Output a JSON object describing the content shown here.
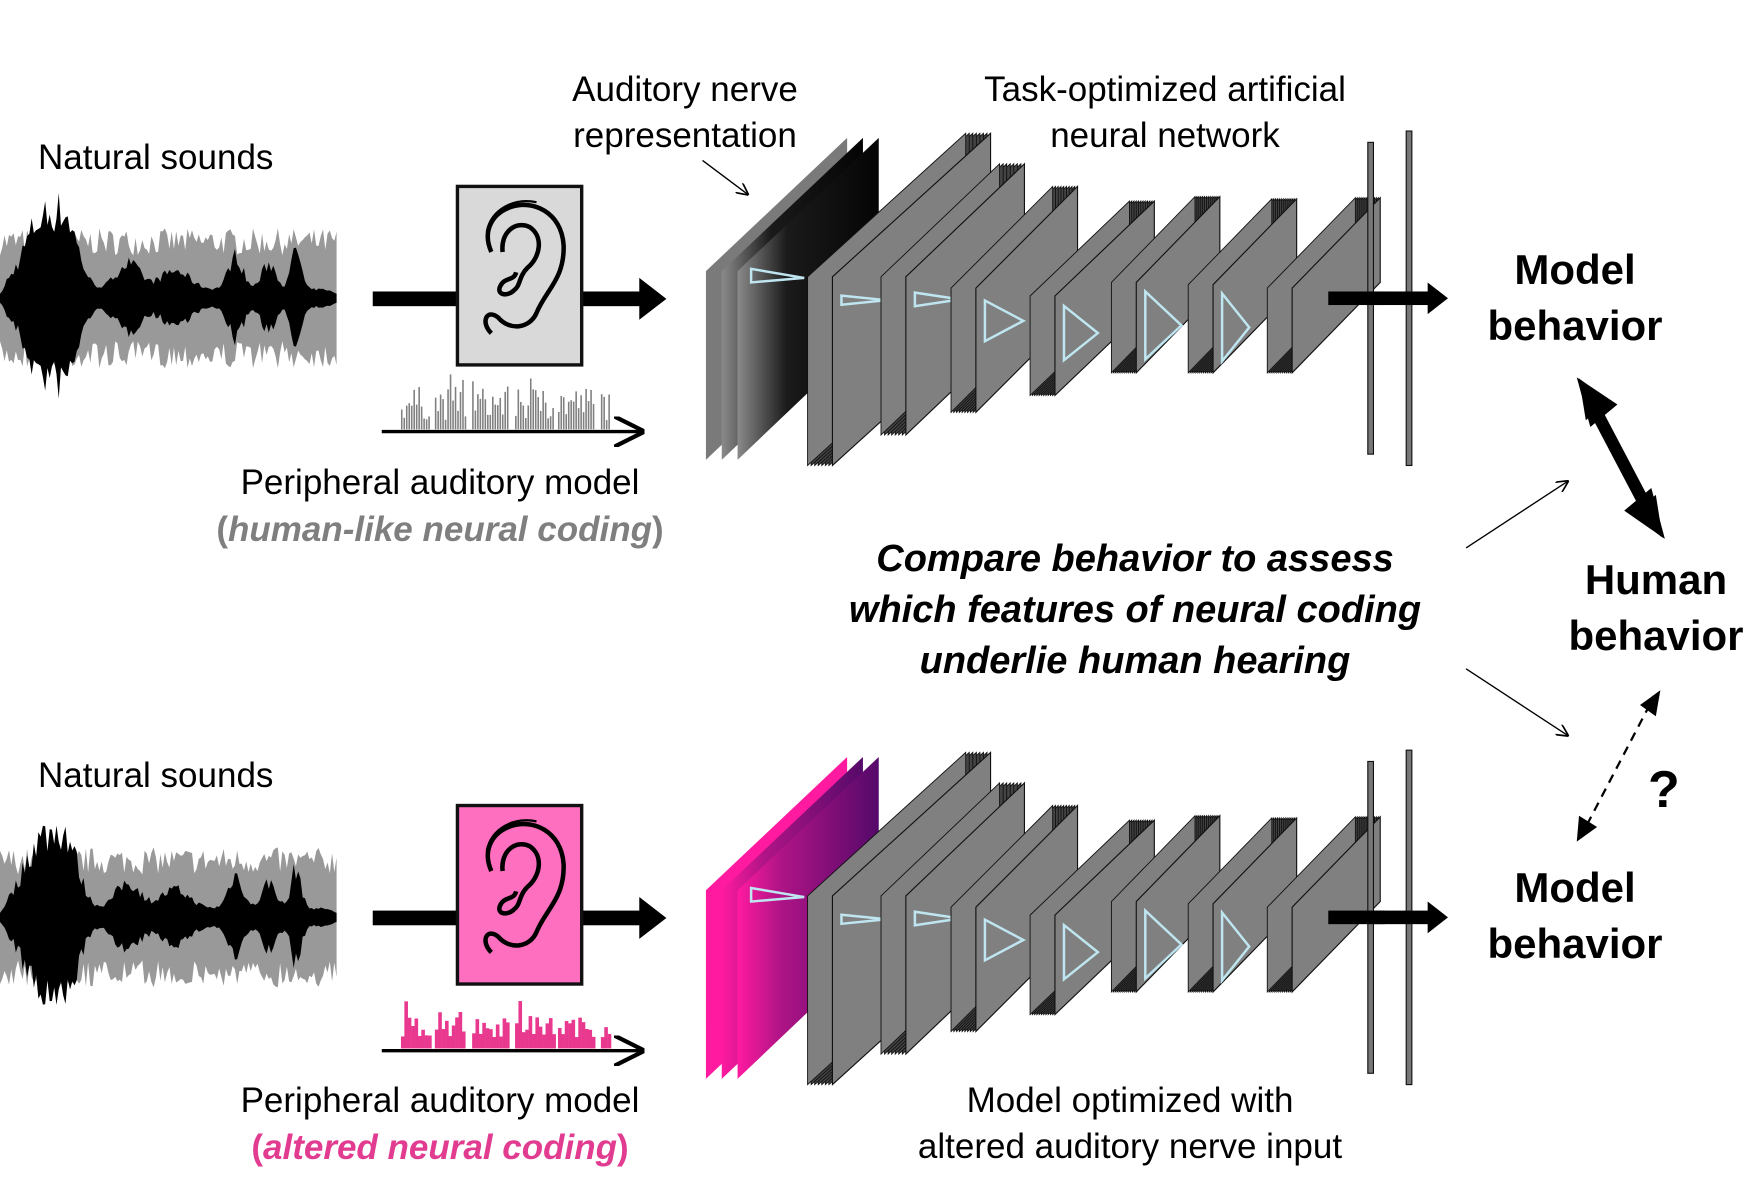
{
  "colors": {
    "background": "#ffffff",
    "waveform_outer": "#999999",
    "waveform_inner": "#000000",
    "ear_box_top": "#d9d9d9",
    "ear_box_bottom": "#ff6fbf",
    "spikes_top": "#808080",
    "spikes_bottom": "#e8398f",
    "human_like_text": "#7f7f7f",
    "altered_text": "#e23c91",
    "layer_face": "#808080",
    "layer_edge": "#333333",
    "kernel_outline": "#bfe6f0",
    "nerve_top": "#111111",
    "nerve_bottom_a": "#ff1aa0",
    "nerve_bottom_b": "#5a0a6e"
  },
  "top_pipeline": {
    "input_label": "Natural sounds",
    "nerve_label_line1": "Auditory nerve",
    "nerve_label_line2": "representation",
    "network_label_line1": "Task-optimized artificial",
    "network_label_line2": "neural network",
    "periphery_label": "Peripheral auditory model",
    "periphery_sub_open": "(",
    "periphery_sub_text": "human-like neural coding",
    "periphery_sub_close": ")",
    "output_line1": "Model",
    "output_line2": "behavior"
  },
  "bottom_pipeline": {
    "input_label": "Natural sounds",
    "network_label_line1": "Model optimized with",
    "network_label_line2": "altered auditory nerve input",
    "periphery_label": "Peripheral auditory model",
    "periphery_sub_open": "(",
    "periphery_sub_text": "altered neural coding",
    "periphery_sub_close": ")",
    "output_line1": "Model",
    "output_line2": "behavior"
  },
  "center": {
    "line1": "Compare behavior to assess",
    "line2": "which features of neural coding",
    "line3": "underlie human hearing"
  },
  "human": {
    "line1": "Human",
    "line2": "behavior"
  },
  "uncertain_mark": "?",
  "icons": {
    "ear": "ear-icon",
    "waveform": "waveform-icon",
    "spike_train": "spike-train-icon"
  }
}
